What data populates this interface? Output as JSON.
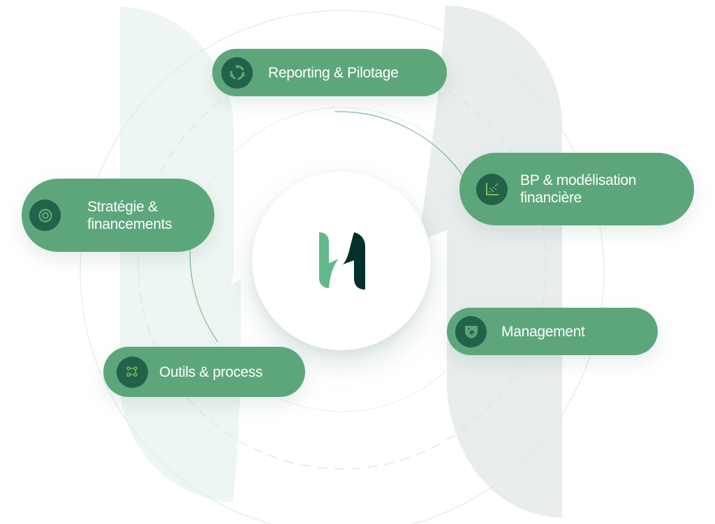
{
  "diagram": {
    "center": {
      "logo": "H-monogram-logo"
    },
    "colors": {
      "pill": "#5da67c",
      "icon_disc": "#22624a",
      "icon_glyph": "#5da67c",
      "icon_glyph_alt": "#8cc84b",
      "logo_light": "#62b88a",
      "logo_dark": "#03302a",
      "bg_shape_left": "#eef6f2",
      "bg_shape_right": "#e9eded"
    },
    "items": [
      {
        "id": "reporting",
        "label": "Reporting & Pilotage",
        "icon": "cycle-arrows-icon"
      },
      {
        "id": "bp",
        "label_line1": "BP & modélisation",
        "label_line2": "financière",
        "icon": "scatter-chart-icon"
      },
      {
        "id": "strategie",
        "label_line1": "Stratégie &",
        "label_line2": "financements",
        "icon": "target-icon"
      },
      {
        "id": "management",
        "label": "Management",
        "icon": "handshake-shield-icon"
      },
      {
        "id": "outils",
        "label": "Outils & process",
        "icon": "workflow-icon"
      }
    ]
  }
}
